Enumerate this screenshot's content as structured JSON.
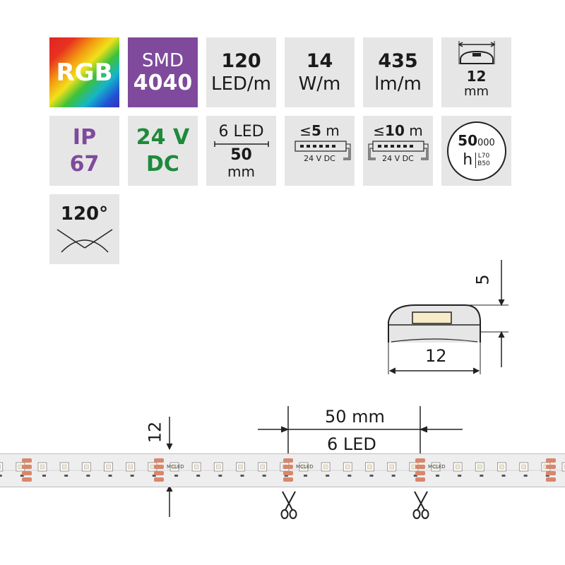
{
  "tiles": {
    "rgb": "RGB",
    "smd_line1": "SMD",
    "smd_line2": "4040",
    "led_density_value": "120",
    "led_density_unit": "LED/m",
    "power_value": "14",
    "power_unit": "W/m",
    "lumen_value": "435",
    "lumen_unit": "lm/m",
    "width_value": "12",
    "width_unit": "mm",
    "ip_line1": "IP",
    "ip_line2": "67",
    "voltage_line1": "24 V",
    "voltage_line2": "DC",
    "cut_led": "6 LED",
    "cut_mm_value": "50",
    "cut_mm_unit": "mm",
    "single_feed_length_prefix": "≤",
    "single_feed_length_value": "5",
    "single_feed_length_unit": "m",
    "single_feed_voltage": "24 V DC",
    "double_feed_length_prefix": "≤",
    "double_feed_length_value": "10",
    "double_feed_length_unit": "m",
    "double_feed_voltage": "24 V DC",
    "lifetime_value": "50",
    "lifetime_suffix": "000",
    "lifetime_unit": "h",
    "lifetime_l": "L70",
    "lifetime_b": "B50",
    "angle": "120°"
  },
  "profile": {
    "height_label": "5",
    "width_label": "12"
  },
  "strip": {
    "width_label": "12",
    "segment_length": "50 mm",
    "segment_leds": "6 LED",
    "brand": "MCLED"
  },
  "colors": {
    "tile_bg": "#e6e6e6",
    "smd_purple": "#7f4a9c",
    "dc_green": "#1e8a3c",
    "strip_bg": "#eeeeee",
    "copper_pad": "#d9866b"
  }
}
